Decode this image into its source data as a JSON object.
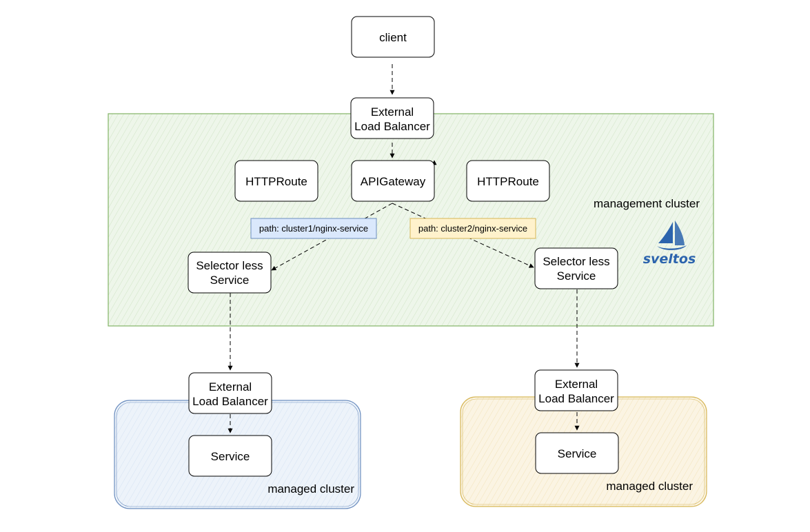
{
  "colors": {
    "management_fill": "#eef6ea",
    "management_stroke": "#82b366",
    "managed_blue_fill": "#edf3fa",
    "managed_blue_stroke": "#6c8ebf",
    "managed_yellow_fill": "#fbf4e3",
    "managed_yellow_stroke": "#d6b656",
    "path1_fill": "#dae8fc",
    "path1_stroke": "#6c8ebf",
    "path2_fill": "#fff2cc",
    "path2_stroke": "#d6b656",
    "logo": "#2c64ad"
  },
  "regions": {
    "management": {
      "label": "management cluster"
    },
    "managed_left": {
      "label": "managed cluster"
    },
    "managed_right": {
      "label": "managed cluster"
    }
  },
  "logo": {
    "text": "sveltos",
    "icon": "sailboat-icon"
  },
  "nodes": {
    "client": {
      "lines": [
        "client"
      ]
    },
    "top_lb": {
      "lines": [
        "External",
        "Load Balancer"
      ]
    },
    "httproute_left": {
      "lines": [
        "HTTPRoute"
      ]
    },
    "apigateway": {
      "lines": [
        "APIGateway"
      ]
    },
    "httproute_right": {
      "lines": [
        "HTTPRoute"
      ]
    },
    "selector_left": {
      "lines": [
        "Selector less",
        "Service"
      ]
    },
    "selector_right": {
      "lines": [
        "Selector less",
        "Service"
      ]
    },
    "lb_left": {
      "lines": [
        "External",
        "Load Balancer"
      ]
    },
    "lb_right": {
      "lines": [
        "External",
        "Load Balancer"
      ]
    },
    "service_left": {
      "lines": [
        "Service"
      ]
    },
    "service_right": {
      "lines": [
        "Service"
      ]
    }
  },
  "edge_labels": {
    "path1": "path: cluster1/nginx-service",
    "path2": "path: cluster2/nginx-service"
  }
}
